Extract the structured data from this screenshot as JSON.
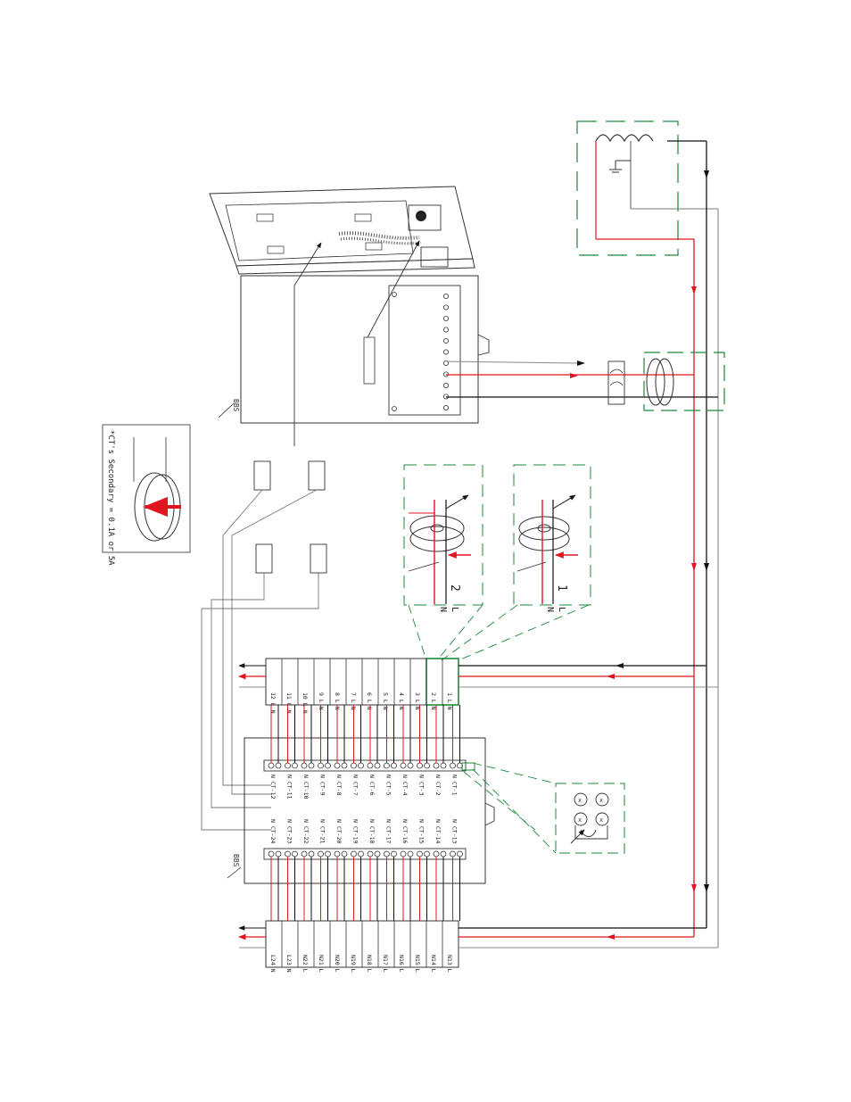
{
  "note": {
    "line1": "*CT's Secondary = 0.1A or 5A",
    "line2": ""
  },
  "labels": {
    "bbs_top": "BBS",
    "bbs_bottom": "BBS",
    "detail_2": "2",
    "detail_2_L": "L",
    "detail_2_N": "N",
    "detail_1": "1",
    "detail_1_L": "L",
    "detail_1_N": "N"
  },
  "upper_strip": [
    {
      "label": "12 L N"
    },
    {
      "label": "11 L N"
    },
    {
      "label": "10 L N"
    },
    {
      "label": "9 L N"
    },
    {
      "label": "8 L N"
    },
    {
      "label": "7 L N"
    },
    {
      "label": "6 L N"
    },
    {
      "label": "5 L N"
    },
    {
      "label": "4 L N"
    },
    {
      "label": "3 L N"
    },
    {
      "label": "2 L N"
    },
    {
      "label": "1 L N"
    }
  ],
  "lower_strip": [
    {
      "label": "L24 N"
    },
    {
      "label": "L23 N"
    },
    {
      "label": "N22 L"
    },
    {
      "label": "N21 L"
    },
    {
      "label": "N20 L"
    },
    {
      "label": "N19 L"
    },
    {
      "label": "N18 L"
    },
    {
      "label": "N17 L"
    },
    {
      "label": "N16 L"
    },
    {
      "label": "N15 L"
    },
    {
      "label": "N14 L"
    },
    {
      "label": "N13 L"
    }
  ],
  "board_row1": [
    {
      "label": "CT-12"
    },
    {
      "label": "CT-11"
    },
    {
      "label": "CT-10"
    },
    {
      "label": "CT-9"
    },
    {
      "label": "CT-8"
    },
    {
      "label": "CT-7"
    },
    {
      "label": "CT-6"
    },
    {
      "label": "CT-5"
    },
    {
      "label": "CT-4"
    },
    {
      "label": "CT-3"
    },
    {
      "label": "CT-2"
    },
    {
      "label": "CT-1"
    }
  ],
  "board_row2": [
    {
      "label": "CT-24"
    },
    {
      "label": "CT-23"
    },
    {
      "label": "CT-22"
    },
    {
      "label": "CT-21"
    },
    {
      "label": "CT-20"
    },
    {
      "label": "CT-19"
    },
    {
      "label": "CT-18"
    },
    {
      "label": "CT-17"
    },
    {
      "label": "CT-16"
    },
    {
      "label": "CT-15"
    },
    {
      "label": "CT-14"
    },
    {
      "label": "CT-13"
    }
  ],
  "colors": {
    "wire_red": "#e0141e",
    "wire_black": "#111111",
    "outline": "#444444",
    "dash_green": "#1a8a3a",
    "grey": "#888888"
  }
}
